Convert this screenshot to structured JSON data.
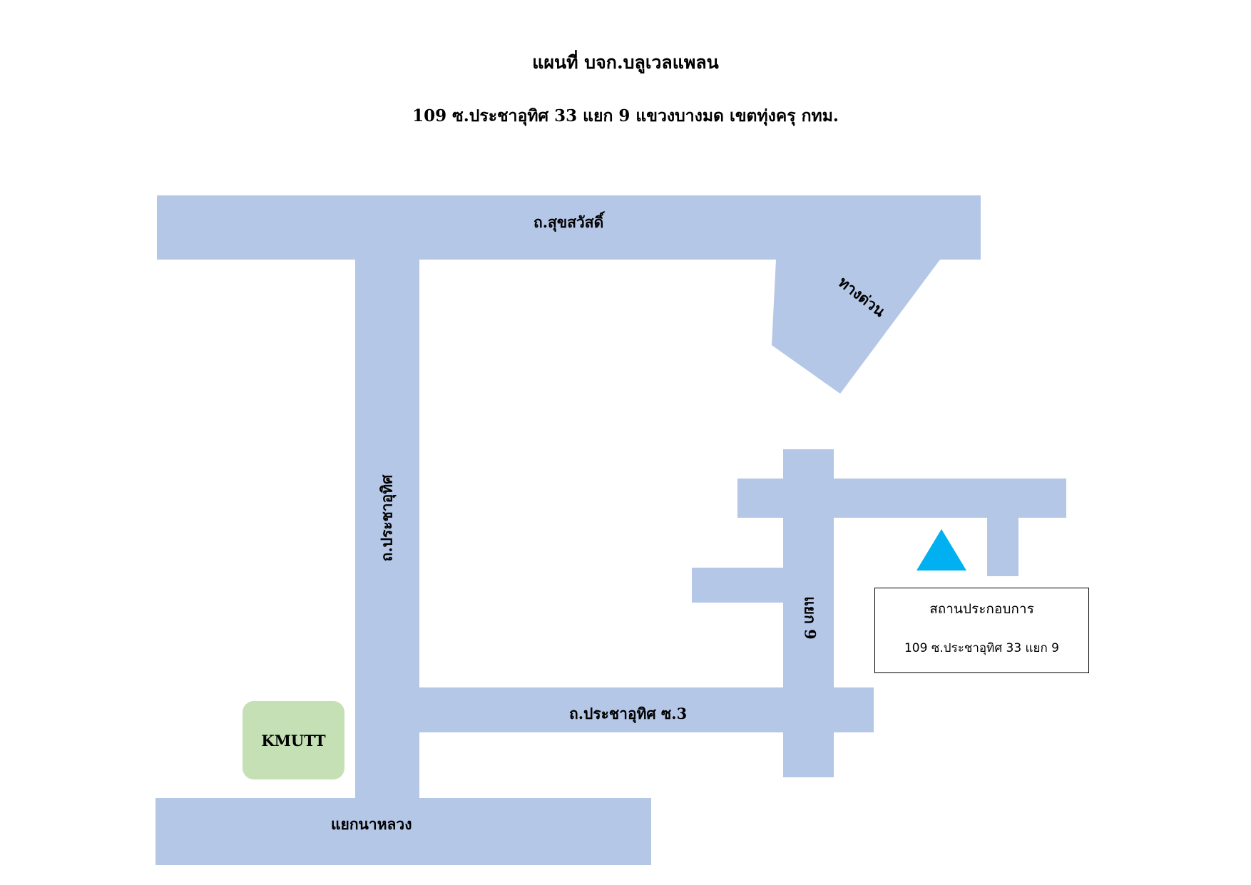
{
  "title": "แผนที่ บจก.บลูเวลแพลน",
  "subtitle": "109 ซ.ประชาอุทิศ 33 แยก 9 แขวงบางมด เขตทุ่งครุ กทม.",
  "roads": {
    "suksawat": "ถ.สุขสวัสดิ์",
    "expressway": "ทางด่วน",
    "pracha_uthit": "ถ.ประชาอุทิศ",
    "pracha_uthit_soi3": "ถ.ประชาอุทิศ ซ.3",
    "yaek9": "แยก 9",
    "na_luang": "แยกนาหลวง"
  },
  "landmark": {
    "label": "KMUTT"
  },
  "location": {
    "name": "สถานประกอบการ",
    "address": "109 ซ.ประชาอุทิศ 33 แยก 9"
  },
  "colors": {
    "road": "#b4c7e7",
    "landmark": "#c5e0b4",
    "marker": "#00b0f0"
  },
  "icons": {
    "marker": "triangle-marker-icon"
  }
}
